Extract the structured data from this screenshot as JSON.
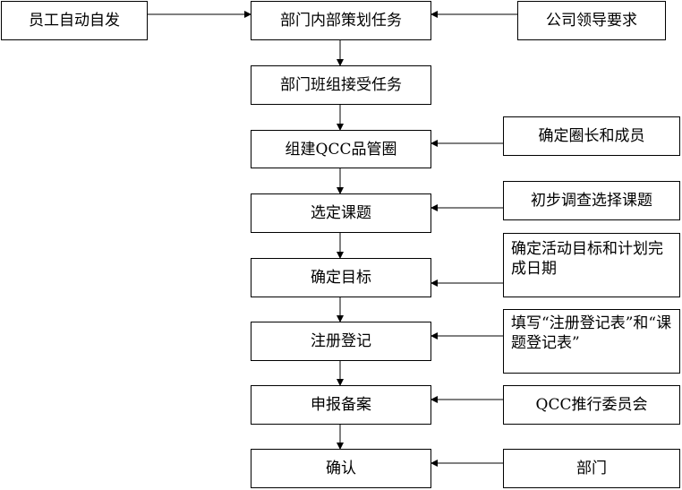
{
  "inputs": {
    "employee": "员工自动自发",
    "leader": "公司领导要求"
  },
  "steps": [
    "部门内部策划任务",
    "部门班组接受任务",
    "组建QCC品管圈",
    "选定课题",
    "确定目标",
    "注册登记",
    "申报备案",
    "确认"
  ],
  "side_notes": [
    "确定圈长和成员",
    "初步调查选择课题",
    "确定活动目标和计划完成日期",
    "填写“注册登记表”和“课题登记表”",
    "QCC推行委员会",
    "部门"
  ]
}
